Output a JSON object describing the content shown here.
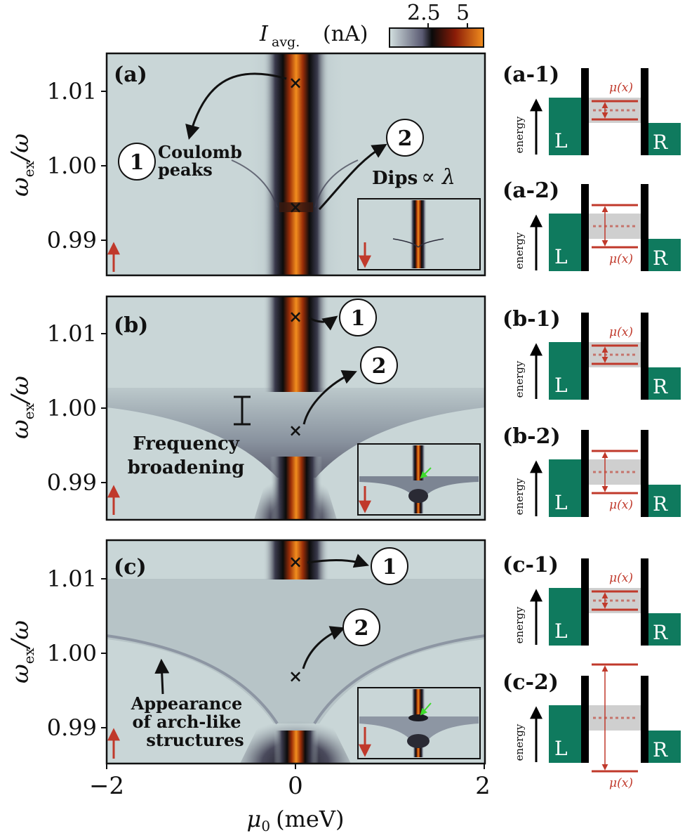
{
  "colorbar": {
    "title_symbol": "I",
    "title_subscript": "avg.",
    "title_unit": "(nA)",
    "ticks": [
      "2.5",
      "5"
    ],
    "range_nA": [
      0,
      6
    ],
    "colors": [
      "#d3e0e0",
      "#4b4b63",
      "#0a0a0a",
      "#8a1c08",
      "#f08a1c"
    ]
  },
  "axes": {
    "x_label_symbol": "μ",
    "x_label_subscript": "0",
    "x_label_unit": "(meV)",
    "x_ticks": [
      "−2",
      "0",
      "2"
    ],
    "x_range_meV": [
      -2,
      2
    ],
    "y_label_main": "ω",
    "y_label_sub": "ex",
    "y_label_rest": "/ω",
    "y_ticks": [
      "1.01",
      "1.00",
      "0.99"
    ],
    "y_range": [
      0.985,
      1.015
    ]
  },
  "panels": [
    {
      "id": "(a)",
      "annotations": {
        "badge_1": "1",
        "badge_2": "2",
        "text_1_line1": "Coulomb",
        "text_1_line2": "peaks",
        "text_2_prefix": "Dips",
        "text_2_symbol": "∝ λ"
      }
    },
    {
      "id": "(b)",
      "annotations": {
        "badge_1": "1",
        "badge_2": "2",
        "text_line1": "Frequency",
        "text_line2": "broadening"
      }
    },
    {
      "id": "(c)",
      "annotations": {
        "badge_1": "1",
        "badge_2": "2",
        "text_line1": "Appearance",
        "text_line2": "of arch-like",
        "text_line3": "structures"
      }
    }
  ],
  "diagrams": [
    {
      "id": "(a-1)",
      "energy": "energy",
      "left": "L",
      "right": "R",
      "mu": "μ(x)"
    },
    {
      "id": "(a-2)",
      "energy": "energy",
      "left": "L",
      "right": "R",
      "mu": "μ(x)"
    },
    {
      "id": "(b-1)",
      "energy": "energy",
      "left": "L",
      "right": "R",
      "mu": "μ(x)"
    },
    {
      "id": "(b-2)",
      "energy": "energy",
      "left": "L",
      "right": "R",
      "mu": "μ(x)"
    },
    {
      "id": "(c-1)",
      "energy": "energy",
      "left": "L",
      "right": "R",
      "mu": "μ(x)"
    },
    {
      "id": "(c-2)",
      "energy": "energy",
      "left": "L",
      "right": "R",
      "mu": "μ(x)"
    }
  ],
  "style_colors": {
    "lead_green": "#0f7a5e",
    "barrier": "#000000",
    "level_red": "#c0392b",
    "window_gray": "#cfcfcf",
    "spin_arrow": "#c0392b",
    "inset_arrow_green": "#3ddc2b"
  }
}
